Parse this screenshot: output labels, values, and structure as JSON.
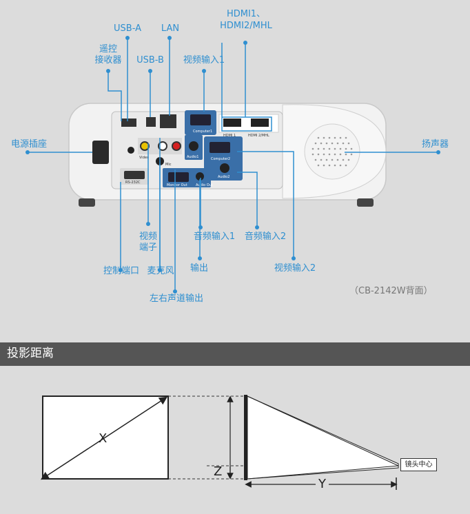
{
  "top": {
    "callouts": {
      "usb_a": "USB-A",
      "lan": "LAN",
      "hdmi_line1": "HDMI1、",
      "hdmi_line2": "HDMI2/MHL",
      "remote_line1": "遥控",
      "remote_line2": "接收器",
      "usb_b": "USB-B",
      "video_in_1": "视频输入1",
      "power": "电源插座",
      "speaker": "扬声器",
      "video_term_line1": "视频",
      "video_term_line2": "端子",
      "audio_in_1": "音频输入1",
      "audio_in_2": "音频输入2",
      "control_port": "控制端口",
      "mic": "麦克风",
      "output": "输出",
      "video_in_2": "视频输入2",
      "lr_audio_out": "左右声道输出"
    },
    "panel_labels": {
      "computer1": "Computer1",
      "computer2": "Computer2",
      "hdmi1": "HDMI 1",
      "hdmi2": "HDMI 2/MHL",
      "audio1": "Audio1",
      "audio2": "Audio2",
      "rs232c": "RS-232C",
      "video": "Video",
      "monitor_out": "Monitor Out",
      "audio_out": "Audio Out",
      "mic": "Mic"
    },
    "model_note": "（CB-2142W背面）"
  },
  "section": {
    "title": "投影距离"
  },
  "diagram": {
    "x_label": "X",
    "y_label": "Y",
    "z_label": "Z",
    "lens_center": "镜头中心"
  },
  "colors": {
    "accent": "#2f8fd0",
    "panel_blue": "#3a6fa8",
    "section_bar": "#555555"
  }
}
